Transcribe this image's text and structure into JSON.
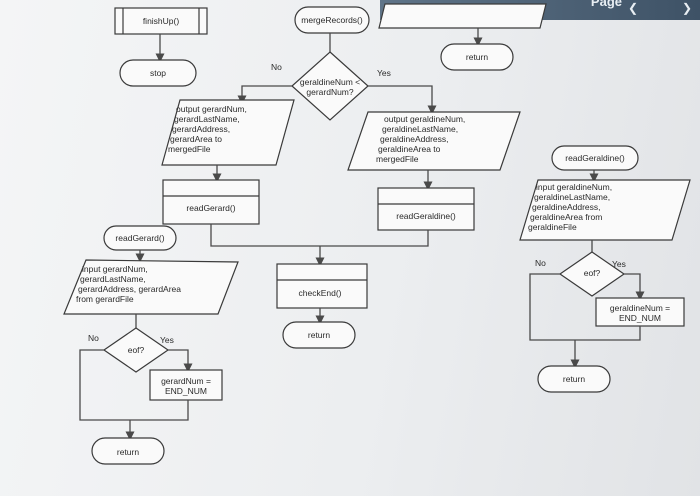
{
  "header": {
    "partial_label": "Page",
    "left_icon": "chevron-left-icon",
    "right_icon": "chevron-right-icon"
  },
  "diagram": {
    "finish_up": "finishUp()",
    "stop": "stop",
    "merge_records": "mergeRecords()",
    "return_top": "return",
    "decision_compare": [
      "geraldineNum <",
      "gerardNum?"
    ],
    "label_no_compare": "No",
    "label_yes_compare": "Yes",
    "output_gerard": [
      "output gerardNum,",
      "gerardLastName,",
      "gerardAddress,",
      "gerardArea to",
      "mergedFile"
    ],
    "output_geraldine": [
      "output geraldineNum,",
      "geraldineLastName,",
      "geraldineAddress,",
      "geraldineArea  to",
      "mergedFile"
    ],
    "read_gerard_call": "readGerard()",
    "read_geraldine_call": "readGeraldine()",
    "read_geraldine_start": "readGeraldine()",
    "input_geraldine": [
      "input geraldineNum,",
      "geraldineLastName,",
      "geraldineAddress,",
      "geraldineArea from",
      "geraldineFile"
    ],
    "decision_eof_right": "eof?",
    "label_no_eof_right": "No",
    "label_yes_eof_right": "Yes",
    "assign_geraldine": [
      "geraldineNum =",
      "END_NUM"
    ],
    "return_right": "return",
    "read_gerard_start": "readGerard()",
    "input_gerard": [
      "input gerardNum,",
      "gerardLastName,",
      "gerardAddress, gerardArea",
      "from gerardFile"
    ],
    "check_end": "checkEnd()",
    "return_mid": "return",
    "decision_eof_left": "eof?",
    "label_no_eof_left": "No",
    "label_yes_eof_left": "Yes",
    "assign_gerard": [
      "gerardNum =",
      "END_NUM"
    ],
    "return_left": "return"
  }
}
